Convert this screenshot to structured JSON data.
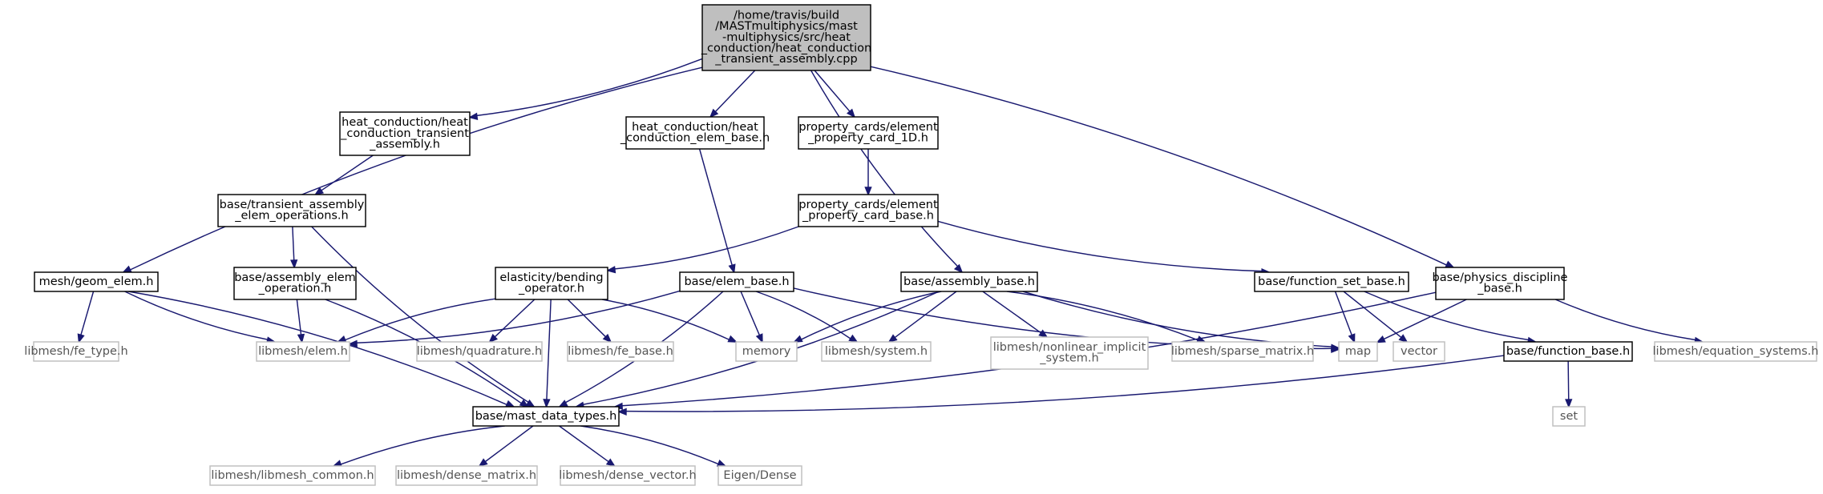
{
  "nodes": [
    {
      "id": "root",
      "lines": [
        "/home/travis/build",
        "/MASTmultiphysics/mast",
        "-multiphysics/src/heat",
        "_conduction/heat_conduction",
        "_transient_assembly.cpp"
      ],
      "style": "root"
    },
    {
      "id": "heat_transient_assembly_h",
      "lines": [
        "heat_conduction/heat",
        "_conduction_transient",
        "_assembly.h"
      ],
      "style": "normal"
    },
    {
      "id": "heat_elem_base_h",
      "lines": [
        "heat_conduction/heat",
        "_conduction_elem_base.h"
      ],
      "style": "normal"
    },
    {
      "id": "property_card_1D_h",
      "lines": [
        "property_cards/element",
        "_property_card_1D.h"
      ],
      "style": "normal"
    },
    {
      "id": "transient_assembly_elem_operations_h",
      "lines": [
        "base/transient_assembly",
        "_elem_operations.h"
      ],
      "style": "normal"
    },
    {
      "id": "property_card_base_h",
      "lines": [
        "property_cards/element",
        "_property_card_base.h"
      ],
      "style": "normal"
    },
    {
      "id": "geom_elem_h",
      "lines": [
        "mesh/geom_elem.h"
      ],
      "style": "normal"
    },
    {
      "id": "assembly_elem_operation_h",
      "lines": [
        "base/assembly_elem",
        "_operation.h"
      ],
      "style": "normal"
    },
    {
      "id": "bending_operator_h",
      "lines": [
        "elasticity/bending",
        "_operator.h"
      ],
      "style": "normal"
    },
    {
      "id": "elem_base_h",
      "lines": [
        "base/elem_base.h"
      ],
      "style": "normal"
    },
    {
      "id": "assembly_base_h",
      "lines": [
        "base/assembly_base.h"
      ],
      "style": "normal"
    },
    {
      "id": "function_set_base_h",
      "lines": [
        "base/function_set_base.h"
      ],
      "style": "normal"
    },
    {
      "id": "physics_discipline_base_h",
      "lines": [
        "base/physics_discipline",
        "_base.h"
      ],
      "style": "normal"
    },
    {
      "id": "fe_type_h",
      "lines": [
        "libmesh/fe_type.h"
      ],
      "style": "external"
    },
    {
      "id": "elem_h",
      "lines": [
        "libmesh/elem.h"
      ],
      "style": "external"
    },
    {
      "id": "quadrature_h",
      "lines": [
        "libmesh/quadrature.h"
      ],
      "style": "external"
    },
    {
      "id": "fe_base_h",
      "lines": [
        "libmesh/fe_base.h"
      ],
      "style": "external"
    },
    {
      "id": "memory",
      "lines": [
        "memory"
      ],
      "style": "external"
    },
    {
      "id": "system_h",
      "lines": [
        "libmesh/system.h"
      ],
      "style": "external"
    },
    {
      "id": "nonlinear_implicit_system_h",
      "lines": [
        "libmesh/nonlinear_implicit",
        "_system.h"
      ],
      "style": "external"
    },
    {
      "id": "sparse_matrix_h",
      "lines": [
        "libmesh/sparse_matrix.h"
      ],
      "style": "external"
    },
    {
      "id": "map",
      "lines": [
        "map"
      ],
      "style": "external"
    },
    {
      "id": "vector",
      "lines": [
        "vector"
      ],
      "style": "external"
    },
    {
      "id": "function_base_h",
      "lines": [
        "base/function_base.h"
      ],
      "style": "normal"
    },
    {
      "id": "equation_systems_h",
      "lines": [
        "libmesh/equation_systems.h"
      ],
      "style": "external"
    },
    {
      "id": "mast_data_types_h",
      "lines": [
        "base/mast_data_types.h"
      ],
      "style": "normal"
    },
    {
      "id": "set",
      "lines": [
        "set"
      ],
      "style": "external"
    },
    {
      "id": "libmesh_common_h",
      "lines": [
        "libmesh/libmesh_common.h"
      ],
      "style": "external"
    },
    {
      "id": "dense_matrix_h",
      "lines": [
        "libmesh/dense_matrix.h"
      ],
      "style": "external"
    },
    {
      "id": "dense_vector_h",
      "lines": [
        "libmesh/dense_vector.h"
      ],
      "style": "external"
    },
    {
      "id": "eigen_dense",
      "lines": [
        "Eigen/Dense"
      ],
      "style": "external"
    }
  ],
  "edges": [
    [
      "root",
      "geom_elem_h"
    ],
    [
      "root",
      "heat_transient_assembly_h"
    ],
    [
      "root",
      "heat_elem_base_h"
    ],
    [
      "root",
      "property_card_1D_h"
    ],
    [
      "root",
      "assembly_base_h"
    ],
    [
      "root",
      "physics_discipline_base_h"
    ],
    [
      "heat_transient_assembly_h",
      "transient_assembly_elem_operations_h"
    ],
    [
      "transient_assembly_elem_operations_h",
      "assembly_elem_operation_h"
    ],
    [
      "transient_assembly_elem_operations_h",
      "mast_data_types_h"
    ],
    [
      "heat_elem_base_h",
      "elem_base_h"
    ],
    [
      "property_card_1D_h",
      "property_card_base_h"
    ],
    [
      "property_card_base_h",
      "bending_operator_h"
    ],
    [
      "property_card_base_h",
      "function_set_base_h"
    ],
    [
      "geom_elem_h",
      "fe_type_h"
    ],
    [
      "geom_elem_h",
      "elem_h"
    ],
    [
      "geom_elem_h",
      "mast_data_types_h"
    ],
    [
      "assembly_elem_operation_h",
      "elem_h"
    ],
    [
      "assembly_elem_operation_h",
      "mast_data_types_h"
    ],
    [
      "bending_operator_h",
      "elem_h"
    ],
    [
      "bending_operator_h",
      "quadrature_h"
    ],
    [
      "bending_operator_h",
      "fe_base_h"
    ],
    [
      "bending_operator_h",
      "memory"
    ],
    [
      "bending_operator_h",
      "mast_data_types_h"
    ],
    [
      "elem_base_h",
      "elem_h"
    ],
    [
      "elem_base_h",
      "memory"
    ],
    [
      "elem_base_h",
      "system_h"
    ],
    [
      "elem_base_h",
      "map"
    ],
    [
      "elem_base_h",
      "mast_data_types_h"
    ],
    [
      "assembly_base_h",
      "memory"
    ],
    [
      "assembly_base_h",
      "system_h"
    ],
    [
      "assembly_base_h",
      "nonlinear_implicit_system_h"
    ],
    [
      "assembly_base_h",
      "sparse_matrix_h"
    ],
    [
      "assembly_base_h",
      "map"
    ],
    [
      "assembly_base_h",
      "mast_data_types_h"
    ],
    [
      "function_set_base_h",
      "map"
    ],
    [
      "function_set_base_h",
      "vector"
    ],
    [
      "function_set_base_h",
      "function_base_h"
    ],
    [
      "physics_discipline_base_h",
      "map"
    ],
    [
      "physics_discipline_base_h",
      "equation_systems_h"
    ],
    [
      "physics_discipline_base_h",
      "mast_data_types_h"
    ],
    [
      "function_base_h",
      "set"
    ],
    [
      "function_base_h",
      "mast_data_types_h"
    ],
    [
      "mast_data_types_h",
      "libmesh_common_h"
    ],
    [
      "mast_data_types_h",
      "dense_matrix_h"
    ],
    [
      "mast_data_types_h",
      "dense_vector_h"
    ],
    [
      "mast_data_types_h",
      "eigen_dense"
    ]
  ],
  "colors": {
    "edge": "#191970",
    "root_fill": "#bfbfbf",
    "node_border": "#000000",
    "external_border": "#bfbfbf",
    "external_text": "#555555",
    "background": "#ffffff"
  }
}
